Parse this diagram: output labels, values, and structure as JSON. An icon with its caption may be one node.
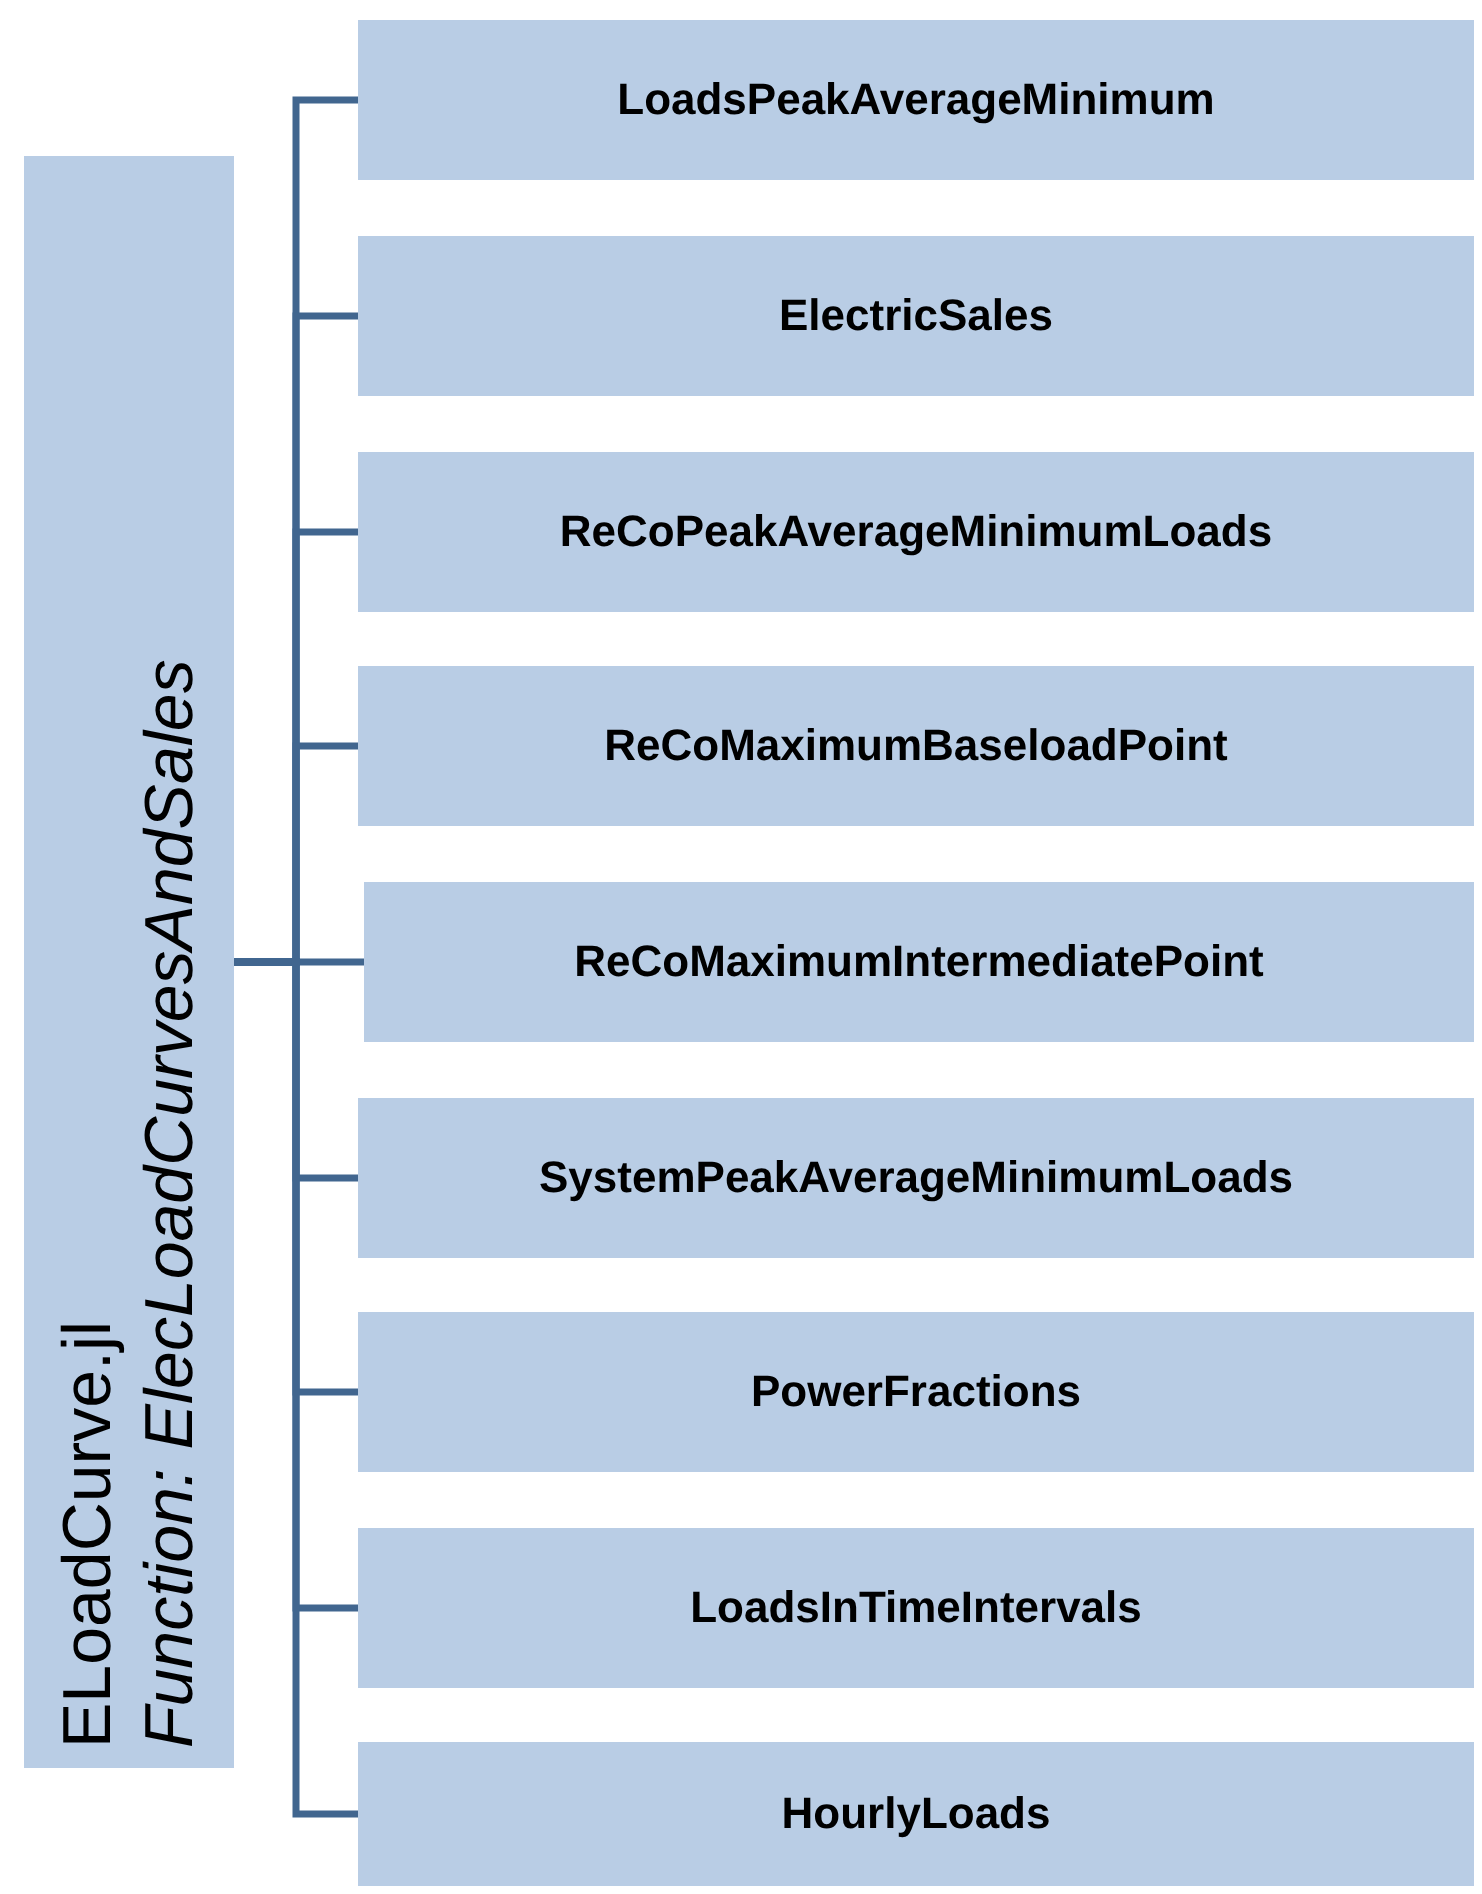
{
  "diagram": {
    "nodes": [
      {
        "text": [
          "ELoadCurve.jl",
          "Function: ElecLoadCurvesAndSales"
        ]
      },
      {
        "text": [
          "LoadsPeakAverageMinimum"
        ]
      },
      {
        "text": [
          "ElectricSales"
        ]
      },
      {
        "text": [
          "ReCoPeakAverageMinimumLoads"
        ]
      },
      {
        "text": [
          "ReCoMaximumBaseloadPoint"
        ]
      },
      {
        "text": [
          "ReCoMaximumIntermediatePoint"
        ]
      },
      {
        "text": [
          "SystemPeakAverageMinimumLoads"
        ]
      },
      {
        "text": [
          "PowerFractions"
        ]
      },
      {
        "text": [
          "LoadsInTimeIntervals"
        ]
      },
      {
        "text": [
          "HourlyLoads"
        ]
      }
    ],
    "edges": [
      {
        "from": 0,
        "to": 1,
        "arrow": "none"
      },
      {
        "from": 0,
        "to": 2,
        "arrow": "none"
      },
      {
        "from": 0,
        "to": 3,
        "arrow": "none"
      },
      {
        "from": 0,
        "to": 4,
        "arrow": "none"
      },
      {
        "from": 0,
        "to": 5,
        "arrow": "none"
      },
      {
        "from": 0,
        "to": 6,
        "arrow": "none"
      },
      {
        "from": 0,
        "to": 7,
        "arrow": "none"
      },
      {
        "from": 0,
        "to": 8,
        "arrow": "none"
      },
      {
        "from": 0,
        "to": 9,
        "arrow": "none"
      }
    ]
  }
}
